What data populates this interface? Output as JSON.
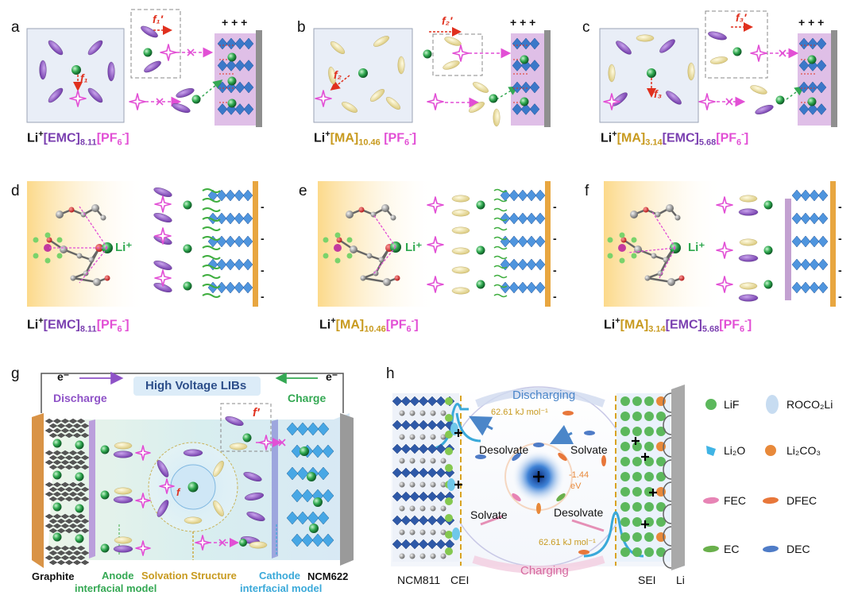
{
  "panels": {
    "a": {
      "label": "a",
      "f_inner": "f₁",
      "f_outer": "f₁′",
      "plus": "+ + +"
    },
    "b": {
      "label": "b",
      "f_inner": "f₂",
      "f_outer": "f₂′",
      "plus": "+ + +"
    },
    "c": {
      "label": "c",
      "f_inner": "f₃",
      "f_outer": "f₃′",
      "plus": "+ + +"
    },
    "d": {
      "label": "d",
      "li": "Li⁺",
      "minus": "-"
    },
    "e": {
      "label": "e",
      "li": "Li⁺",
      "minus": "-"
    },
    "f": {
      "label": "f",
      "li": "Li⁺",
      "minus": "-"
    },
    "g": {
      "label": "g",
      "title": "High Voltage LIBs",
      "discharge": "Discharge",
      "charge": "Charge",
      "e_left": "e⁻",
      "e_right": "e⁻",
      "graphite": "Graphite",
      "anode_line1": "Anode",
      "anode_line2": "interfacial model",
      "solvation": "Solvation Structure",
      "cathode_line1": "Cathode",
      "cathode_line2": "interfacial model",
      "ncm622": "NCM622",
      "f_prime": "f′",
      "f": "f"
    },
    "h": {
      "label": "h",
      "discharging": "Discharging",
      "charging": "Charging",
      "energy_top": "62.61 kJ mol⁻¹",
      "energy_bottom": "62.61 kJ mol⁻¹",
      "desolvate_top": "Desolvate",
      "solvate_top": "Solvate",
      "solvate_bottom": "Solvate",
      "desolvate_bottom": "Desolvate",
      "ev_value": "-1.44",
      "ev_unit": "eV",
      "ncm811": "NCM811",
      "cei": "CEI",
      "sei": "SEI",
      "li": "Li"
    }
  },
  "formulas": {
    "emc": {
      "li": "Li",
      "sup": "+",
      "solv": "[EMC]",
      "n": "8.11",
      "anion": "[PF",
      "anion_sub": "6",
      "anion_sup": "-",
      "anion_close": "]"
    },
    "ma": {
      "li": "Li",
      "sup": "+",
      "solv": "[MA]",
      "n": "10.46",
      "anion": "[PF",
      "anion_sub": "6",
      "anion_sup": "-",
      "anion_close": "]"
    },
    "mix": {
      "li": "Li",
      "sup": "+",
      "solv1": "[MA]",
      "n1": "3.14",
      "solv2": "[EMC]",
      "n2": "5.68",
      "anion": "[PF",
      "anion_sub": "6",
      "anion_sup": "-",
      "anion_close": "]"
    }
  },
  "legend": [
    {
      "label": "LiF",
      "icon": "lif-sphere-icon",
      "color": "#5cb85c"
    },
    {
      "label": "ROCO₂Li",
      "icon": "roco2li-blob-icon",
      "color": "#b9d3ee"
    },
    {
      "label": "Li₂O",
      "icon": "li2o-crystal-icon",
      "color": "#40b4e5"
    },
    {
      "label": "Li₂CO₃",
      "icon": "li2co3-sphere-icon",
      "color": "#e8893a"
    },
    {
      "label": "FEC",
      "icon": "fec-capsule-icon",
      "color": "#e784b5"
    },
    {
      "label": "DFEC",
      "icon": "dfec-capsule-icon",
      "color": "#e8773a"
    },
    {
      "label": "EC",
      "icon": "ec-capsule-icon",
      "color": "#6ab04c"
    },
    {
      "label": "DEC",
      "icon": "dec-capsule-icon",
      "color": "#4f7cc7"
    }
  ],
  "colors": {
    "emc": "#8e52c7",
    "ma": "#efe3a0",
    "pf6": "#e24fd5",
    "li": "#2fa84f",
    "cathode_purple": "#a86cc1",
    "cathode_blue": "#3b78c9",
    "anode_green": "#5dbb63",
    "bg_yellow": "#fde7a8",
    "bg_teal": "#d6ecec"
  }
}
